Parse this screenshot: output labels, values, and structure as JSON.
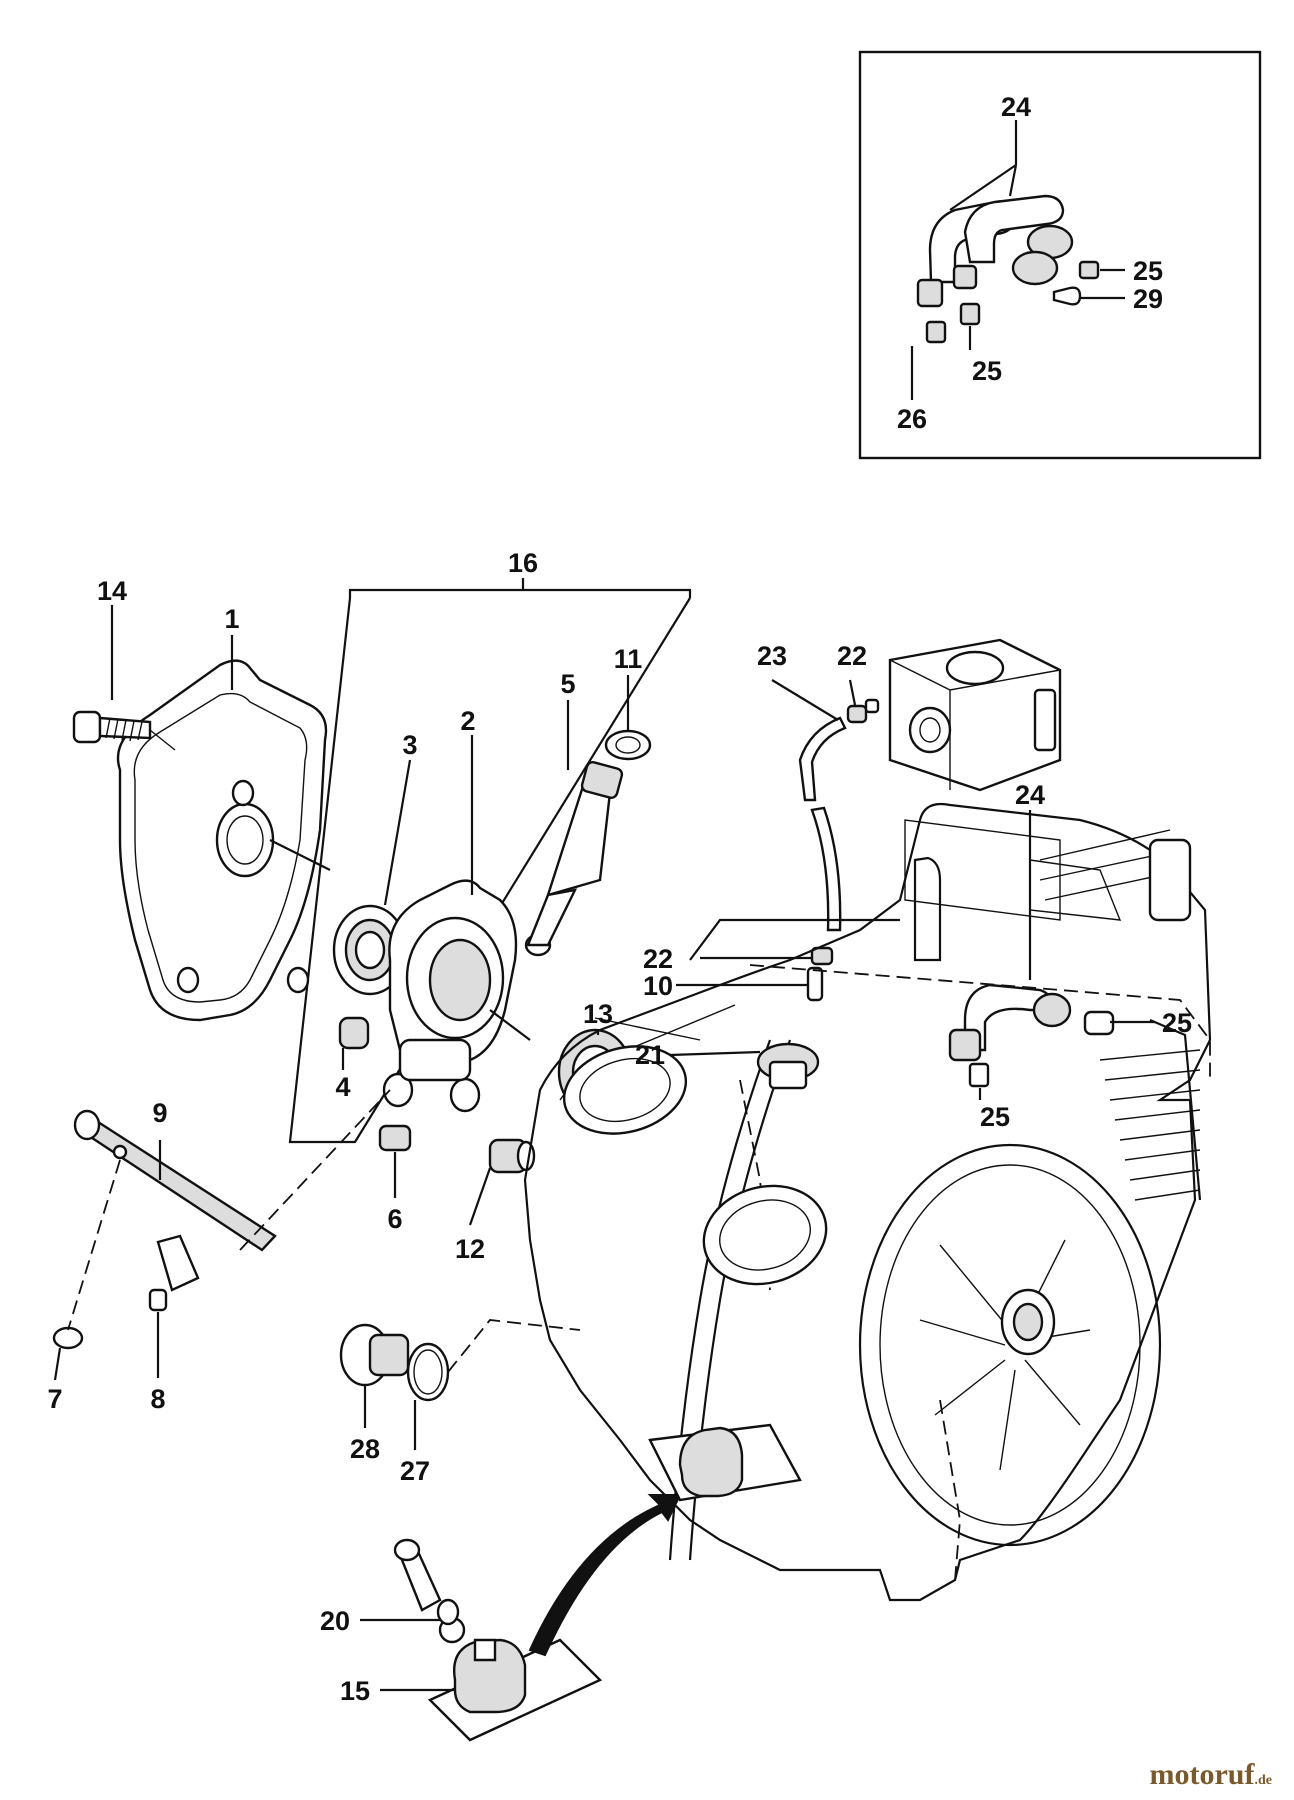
{
  "labels": {
    "p1": "1",
    "p2": "2",
    "p3": "3",
    "p4": "4",
    "p5": "5",
    "p6": "6",
    "p7": "7",
    "p8": "8",
    "p9": "9",
    "p10": "10",
    "p11": "11",
    "p12": "12",
    "p13": "13",
    "p14": "14",
    "p15": "15",
    "p16": "16",
    "p20": "20",
    "p21": "21",
    "p22a": "22",
    "p22b": "22",
    "p23": "23",
    "p24a": "24",
    "p24b": "24",
    "p25a": "25",
    "p25b": "25",
    "p25c": "25",
    "p25d": "25",
    "p26": "26",
    "p27": "27",
    "p28": "28",
    "p29": "29"
  },
  "watermark": {
    "brand": "motoruf",
    "tld": ".de"
  }
}
